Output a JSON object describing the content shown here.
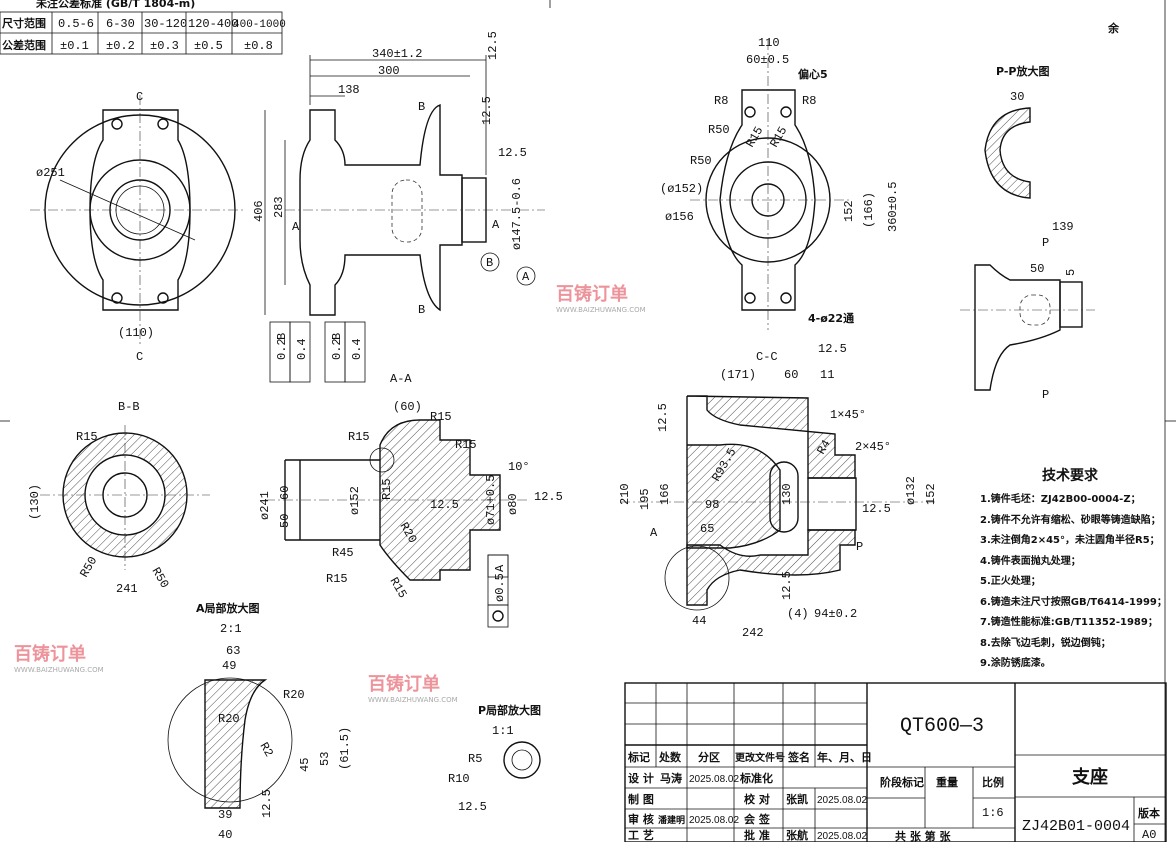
{
  "tolerance_table": {
    "title": "未注公差标准 (GB/T 1804-m)",
    "row_labels": [
      "尺寸范围",
      "公差范围"
    ],
    "ranges": [
      "0.5-6",
      "6-30",
      "30-120",
      "120-400",
      "400-1000"
    ],
    "tolerances": [
      "±0.1",
      "±0.2",
      "±0.3",
      "±0.5",
      "±0.8"
    ]
  },
  "corner_note": "余",
  "view_c": {
    "section": "C",
    "d_outer": "ø251",
    "width": "(110)"
  },
  "front_view": {
    "dims": [
      "340±1.2",
      "300",
      "138",
      "12.5",
      "12.5",
      "12.5",
      "406",
      "283",
      "ø147.5-0.6",
      "A",
      "A",
      "B",
      "B",
      "B",
      "A"
    ],
    "tol_frames": [
      [
        "0.2",
        "B"
      ],
      [
        "0.4",
        ""
      ],
      [
        "0.2",
        "B"
      ],
      [
        "0.4",
        ""
      ]
    ]
  },
  "top_view": {
    "dims": [
      "110",
      "60±0.5",
      "偏心5",
      "R8",
      "R8",
      "R50",
      "R15",
      "R15",
      "R50",
      "(ø152)",
      "ø156",
      "152",
      "(166)",
      "360±0.5",
      "4-ø22通",
      "12.5"
    ]
  },
  "pp_view": {
    "title": "P-P放大图",
    "dims": [
      "30"
    ]
  },
  "p_view": {
    "dims": [
      "139",
      "P",
      "50",
      "5",
      "P"
    ]
  },
  "bb_view": {
    "title": "B-B",
    "dims": [
      "R15",
      "(130)",
      "R50",
      "R50",
      "241"
    ]
  },
  "aa_view": {
    "title": "A-A",
    "dims": [
      "(60)",
      "R15",
      "R15",
      "R15",
      "R15",
      "ø241",
      "60",
      "50",
      "ø152",
      "12.5",
      "ø71+0.5",
      "ø80",
      "10°",
      "12.5",
      "R45",
      "R15",
      "R15",
      "R20"
    ],
    "tol_frame": [
      "ø0.5",
      "A"
    ]
  },
  "cc_view": {
    "title": "C-C",
    "dims": [
      "(171)",
      "60",
      "11",
      "12.5",
      "1×45°",
      "2×45°",
      "R4",
      "R93.5",
      "210",
      "195",
      "166",
      "130",
      "98",
      "65",
      "A",
      "ø132",
      "152",
      "12.5",
      "P",
      "12.5",
      "(4)",
      "94±0.2",
      "44",
      "242"
    ]
  },
  "a_detail": {
    "title": "A局部放大图",
    "scale": "2:1",
    "dims": [
      "63",
      "49",
      "R20",
      "R20",
      "R2",
      "45",
      "53",
      "(61.5)",
      "39",
      "12.5",
      "40"
    ]
  },
  "p_detail": {
    "title": "P局部放大图",
    "scale": "1:1",
    "dims": [
      "R5",
      "R10",
      "12.5"
    ]
  },
  "tech_requirements": {
    "title": "技术要求",
    "items": [
      "1.铸件毛坯：ZJ42B00-0004-Z；",
      "2.铸件不允许有缩松、砂眼等铸造缺陷；",
      "3.未注倒角2×45°，未注圆角半径R5；",
      "4.铸件表面抛丸处理；",
      "5.正火处理；",
      "6.铸造未注尺寸按照GB/T6414-1999；",
      "7.铸造性能标准:GB/T11352-1989；",
      "8.去除飞边毛刺，锐边倒钝；",
      "9.涂防锈底漆。"
    ]
  },
  "title_block": {
    "material": "QT600—3",
    "part_name": "支座",
    "drawing_no": "ZJ42B01-0004",
    "headers": [
      "标记",
      "处数",
      "分区",
      "更改文件号",
      "签名",
      "年、月、日"
    ],
    "rows": [
      [
        "设  计",
        "马涛",
        "2025.08.02",
        "标准化",
        "",
        ""
      ],
      [
        "制  图",
        "",
        "",
        "校  对",
        "张凯",
        "2025.08.02"
      ],
      [
        "审  核",
        "潘建明",
        "2025.08.02",
        "会  签",
        "",
        ""
      ],
      [
        "工  艺",
        "",
        "",
        "批  准",
        "张航",
        "2025.08.02"
      ]
    ],
    "stage_label": "阶段标记",
    "weight_label": "重量",
    "scale_label": "比例",
    "scale": "1:6",
    "sheets": "共  张   第  张",
    "version_label": "版本",
    "version": "A0"
  },
  "watermark": {
    "text": "百铸订单",
    "url": "WWW.BAIZHUWANG.COM"
  }
}
